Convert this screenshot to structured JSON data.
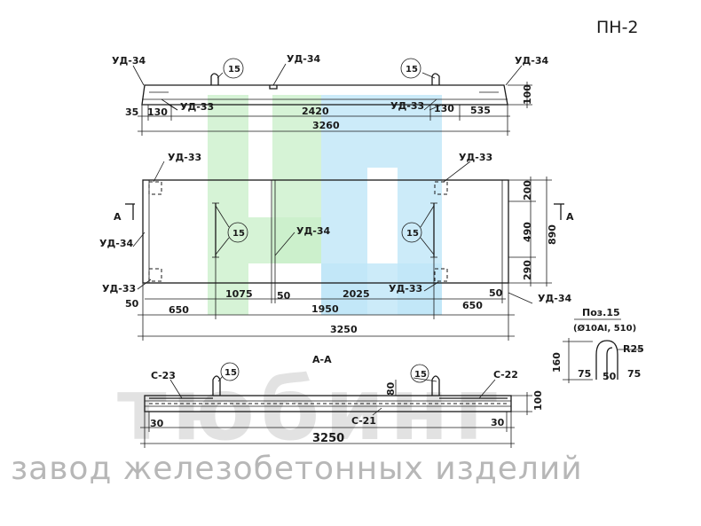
{
  "drawing_title": "ПН-2",
  "labels": {
    "ud34": "УД-34",
    "ud33": "УД-33",
    "pos15": "15",
    "section_mark": "А",
    "section_title": "А-А",
    "c23": "С-23",
    "c22": "С-22",
    "c21": "С-21"
  },
  "dims": {
    "top": {
      "d35": "35",
      "d130a": "130",
      "d2420": "2420",
      "d130b": "130",
      "d535": "535",
      "d3260": "3260",
      "d100": "100"
    },
    "plan": {
      "d1075": "1075",
      "d50a": "50",
      "d2025": "2025",
      "d50b": "50",
      "d50c": "50",
      "d650a": "650",
      "d1950": "1950",
      "d650b": "650",
      "d3250": "3250",
      "d200": "200",
      "d490": "490",
      "d890": "890",
      "d290": "290"
    },
    "section": {
      "d80": "80",
      "d100": "100",
      "d30a": "30",
      "d30b": "30",
      "d3250": "3250"
    }
  },
  "detail": {
    "title": "Поз.15",
    "subtitle": "(Ø10AI, 510)",
    "r25": "R25",
    "d160": "160",
    "d75a": "75",
    "d50": "50",
    "d75b": "75"
  },
  "watermark": {
    "brand": "тюбинг",
    "tagline": "завод железобетонных изделий"
  },
  "colors": {
    "logo_green": "#c8efc8",
    "logo_cyan": "#bfe6f7"
  }
}
